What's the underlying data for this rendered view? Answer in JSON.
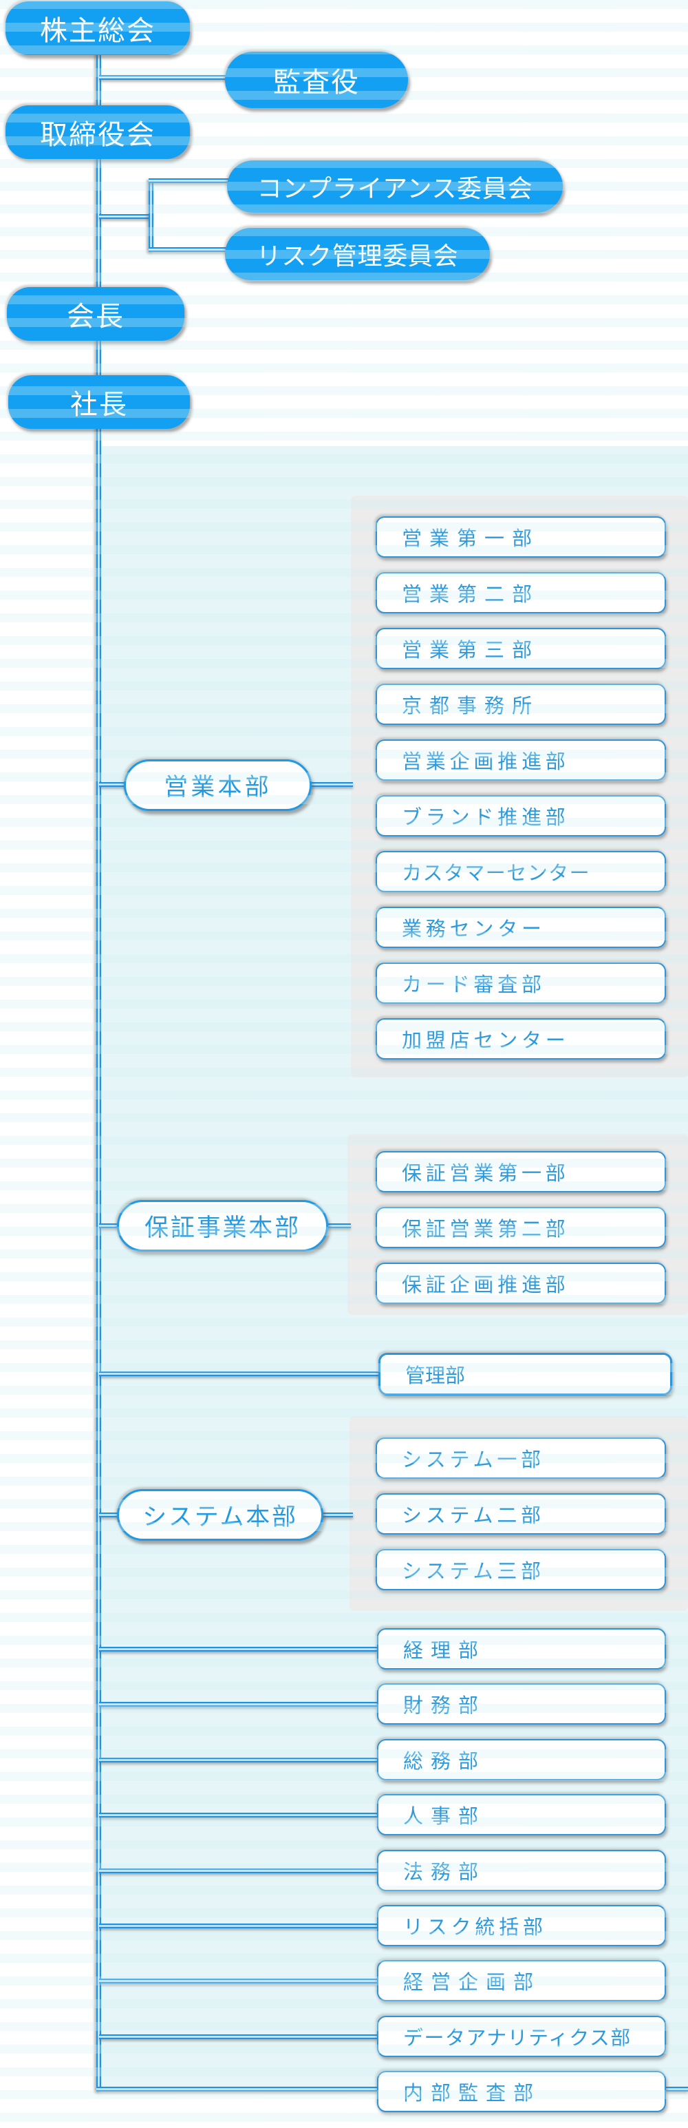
{
  "top_nodes": {
    "shareholders_meeting": "株主総会",
    "auditor": "監査役",
    "board_of_directors": "取締役会",
    "compliance_committee": "コンプライアンス委員会",
    "risk_management_committee": "リスク管理委員会",
    "chairman": "会長",
    "president": "社長"
  },
  "divisions": {
    "sales": {
      "label": "営業本部",
      "departments": [
        "営業第一部",
        "営業第二部",
        "営業第三部",
        "京都事務所",
        "営業企画推進部",
        "ブランド推進部",
        "カスタマーセンター",
        "業務センター",
        "カード審査部",
        "加盟店センター"
      ]
    },
    "guarantee": {
      "label": "保証事業本部",
      "departments": [
        "保証営業第一部",
        "保証営業第二部",
        "保証企画推進部"
      ]
    },
    "management_department": "管理部",
    "system": {
      "label": "システム本部",
      "departments": [
        "システム一部",
        "システム二部",
        "システム三部"
      ]
    },
    "direct_departments": [
      "経理部",
      "財務部",
      "総務部",
      "人事部",
      "法務部",
      "リスク統括部",
      "経営企画部",
      "データアナリティクス部",
      "内部監査部"
    ]
  },
  "colors": {
    "node_blue": "#14a0f2",
    "pipe_blue": "#1e93e0",
    "dept_border_blue": "#2d96da",
    "panel_gray": "#ececec",
    "background_cyan": "#e6f5f7"
  }
}
